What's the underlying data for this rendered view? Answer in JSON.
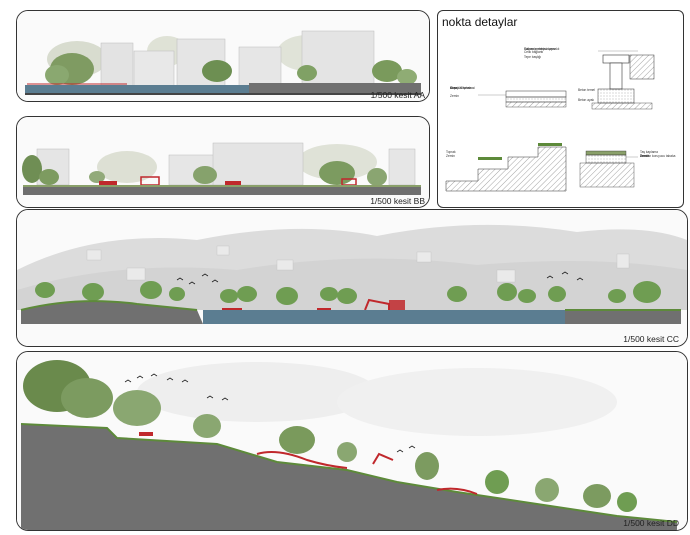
{
  "sections": {
    "aa": {
      "label": "1/500 kesit AA"
    },
    "bb": {
      "label": "1/500 kesit BB"
    },
    "cc": {
      "label": "1/500 kesit CC"
    },
    "dd": {
      "label": "1/500 kesit DD"
    }
  },
  "details": {
    "title": "nokta detaylar",
    "notes_a": [
      "Vakum proseşsiz çam",
      "Galvaniz elektro kaynaklı",
      "Celik bağlantı",
      "Tepe başlığı"
    ],
    "notes_b": [
      "Ahşap döşeme",
      "Kum",
      "Granül/ü tabakasi",
      "Zemin"
    ],
    "notes_c": [
      "Beton temel",
      "Beton ayak"
    ],
    "notes_d": [
      "Toprak",
      "Zemin"
    ],
    "notes_e": [
      "Taş kaplama",
      "Dondan koruyucu tabaka",
      "Temel",
      "Zemin"
    ]
  },
  "colors": {
    "water": "#5b7d91",
    "ground": "#6f6f6f",
    "building": "#e6e6e6",
    "tree": "#6f9d52",
    "accent_red": "#c0282c",
    "grass": "#5d8a3a"
  }
}
